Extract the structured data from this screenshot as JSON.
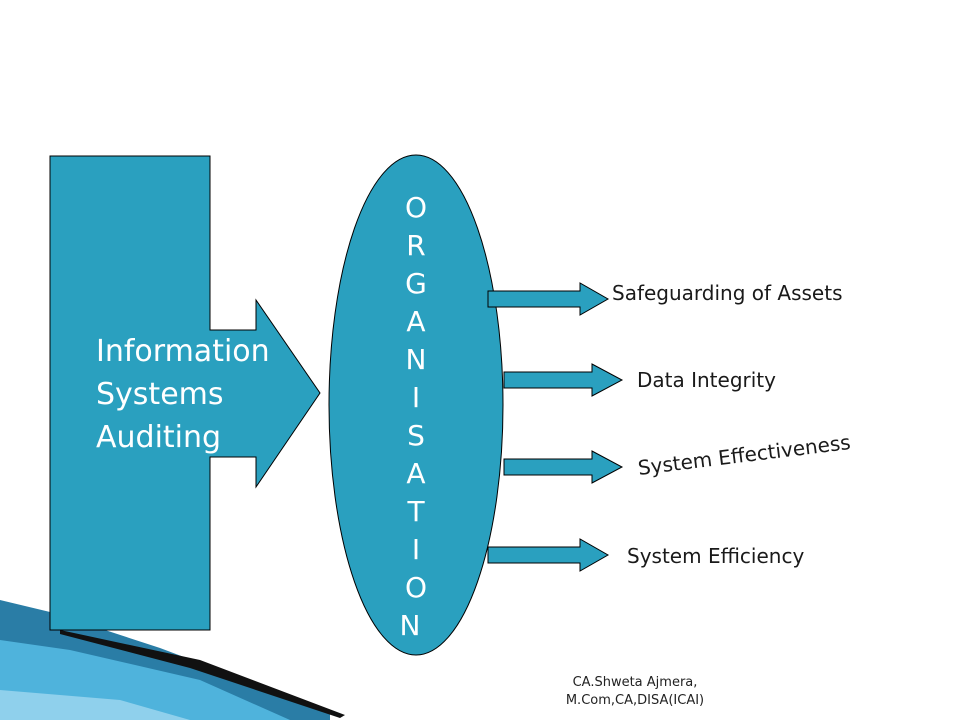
{
  "colors": {
    "shape_fill": "#2aa0bf",
    "outline": "#000000",
    "text_on_shape": "#ffffff",
    "text": "#1a1a1a"
  },
  "main_box": {
    "lines": [
      "Information",
      "Systems",
      "Auditing"
    ]
  },
  "organisation": {
    "letters": [
      "O",
      "R",
      "G",
      "A",
      "N",
      "I",
      "S",
      "A",
      "T",
      "I",
      "O",
      "N"
    ]
  },
  "outcomes": [
    {
      "label": "Safeguarding of Assets",
      "arrow_icon": "right-arrow-icon"
    },
    {
      "label": "Data Integrity",
      "arrow_icon": "right-arrow-icon"
    },
    {
      "label": "System Effectiveness",
      "arrow_icon": "right-arrow-icon"
    },
    {
      "label": "System Efficiency",
      "arrow_icon": "right-arrow-icon"
    }
  ],
  "footer": {
    "line1": "CA.Shweta Ajmera,",
    "line2": "M.Com,CA,DISA(ICAI)"
  }
}
